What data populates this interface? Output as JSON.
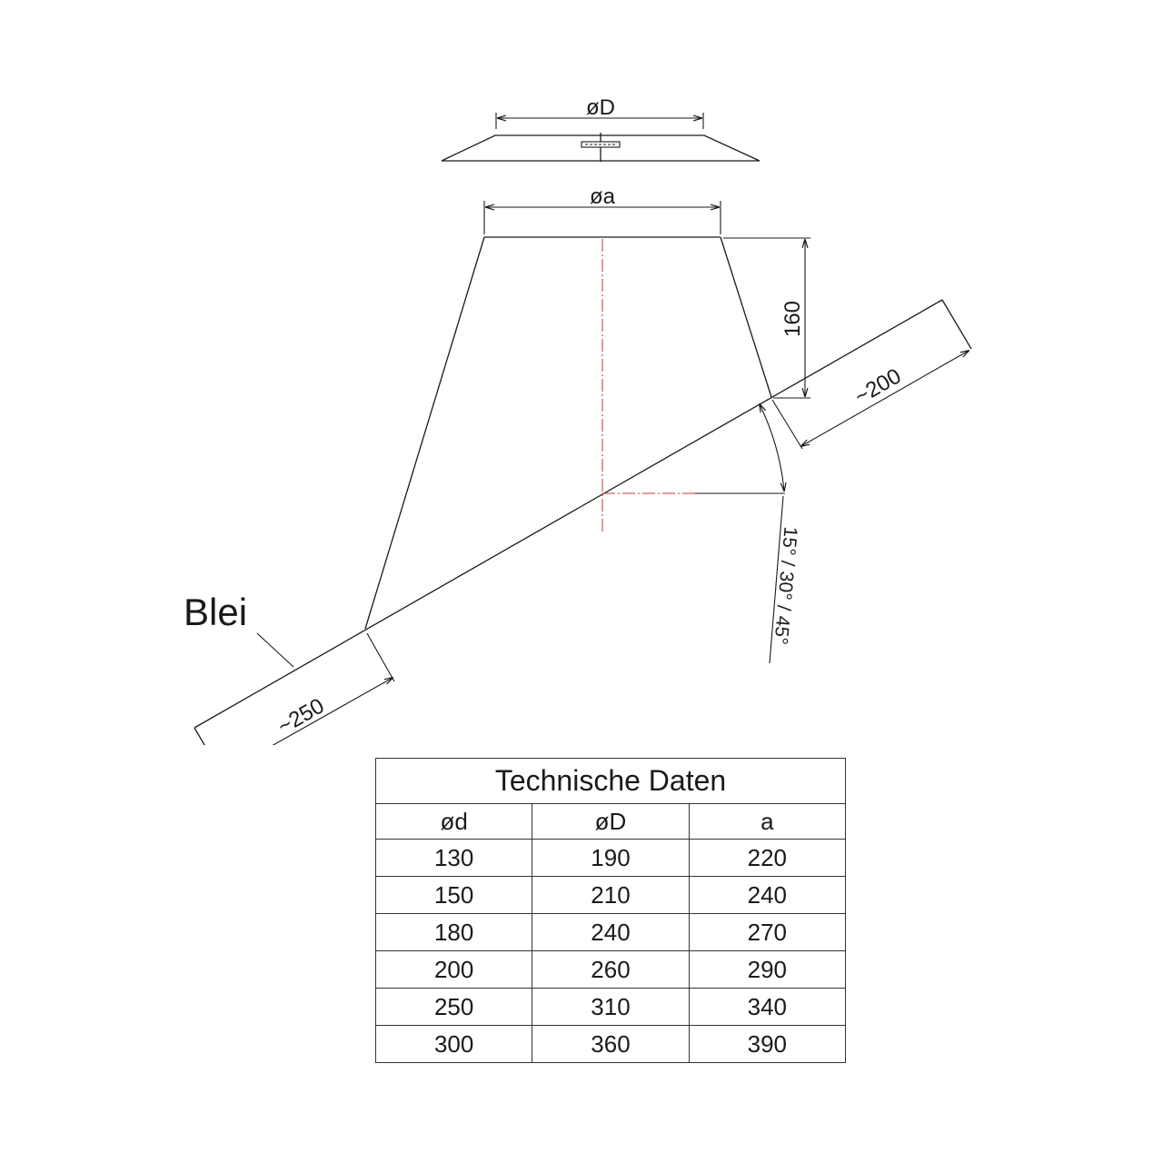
{
  "labels": {
    "outer_diameter": "øD",
    "inner_diameter": "øa",
    "height": "160",
    "length_right": "~200",
    "length_left": "~250",
    "angles": "15° / 30° / 45°",
    "material": "Blei"
  },
  "table": {
    "title": "Technische Daten",
    "headers": [
      "ød",
      "øD",
      "a"
    ],
    "rows": [
      [
        "130",
        "190",
        "220"
      ],
      [
        "150",
        "210",
        "240"
      ],
      [
        "180",
        "240",
        "270"
      ],
      [
        "200",
        "260",
        "290"
      ],
      [
        "250",
        "310",
        "340"
      ],
      [
        "300",
        "360",
        "390"
      ]
    ]
  },
  "colors": {
    "line": "#1a1a1a",
    "centerline": "#c0392b"
  }
}
